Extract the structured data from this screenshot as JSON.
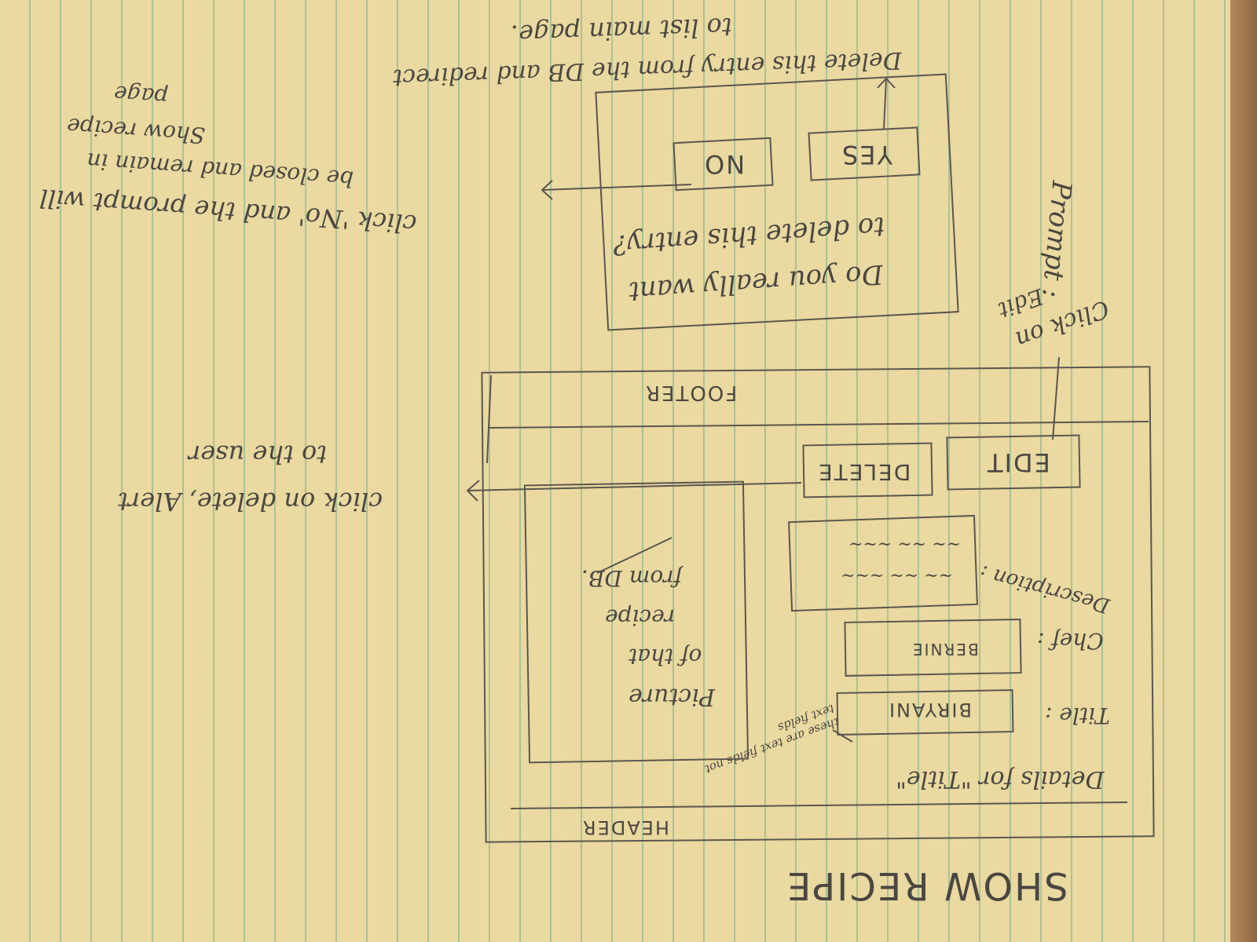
{
  "page_title": "SHOW RECIPE",
  "mockup": {
    "header_label": "HEADER",
    "details_heading": "Details for \"Title\"",
    "side_note": "these are text fields not text fields",
    "title_label": "Title :",
    "title_value": "BIRYANI",
    "chef_label": "Chef :",
    "chef_value": "BERNIE",
    "description_label": "Description :",
    "description_scribble": "~~ ~~ ~~~",
    "picture_note_line1": "Picture",
    "picture_note_line2": "of that",
    "picture_note_line3": "recipe",
    "picture_note_line4": "from DB.",
    "edit_button": "EDIT",
    "delete_button": "DELETE",
    "footer_label": "FOOTER"
  },
  "annotations": {
    "delete_note_line1": "click on delete, Alert",
    "delete_note_line2": "to the user",
    "edit_note_line1": "Click on",
    "edit_note_line2": "Edit"
  },
  "prompt": {
    "label": "Prompt :",
    "question_line1": "Do you really want",
    "question_line2": "to delete this entry?",
    "yes_button": "YES",
    "no_button": "NO",
    "no_note_line1": "click 'No' and the prompt will",
    "no_note_line2": "be closed and remain in",
    "no_note_line3": "Show recipe",
    "no_note_line4": "page",
    "yes_note_line1": "Delete this entry from the DB and redirect",
    "yes_note_line2": "to list main page."
  },
  "colors": {
    "paper": "#ead9a0",
    "ink": "#4a4742",
    "rule": "#78af8c"
  }
}
